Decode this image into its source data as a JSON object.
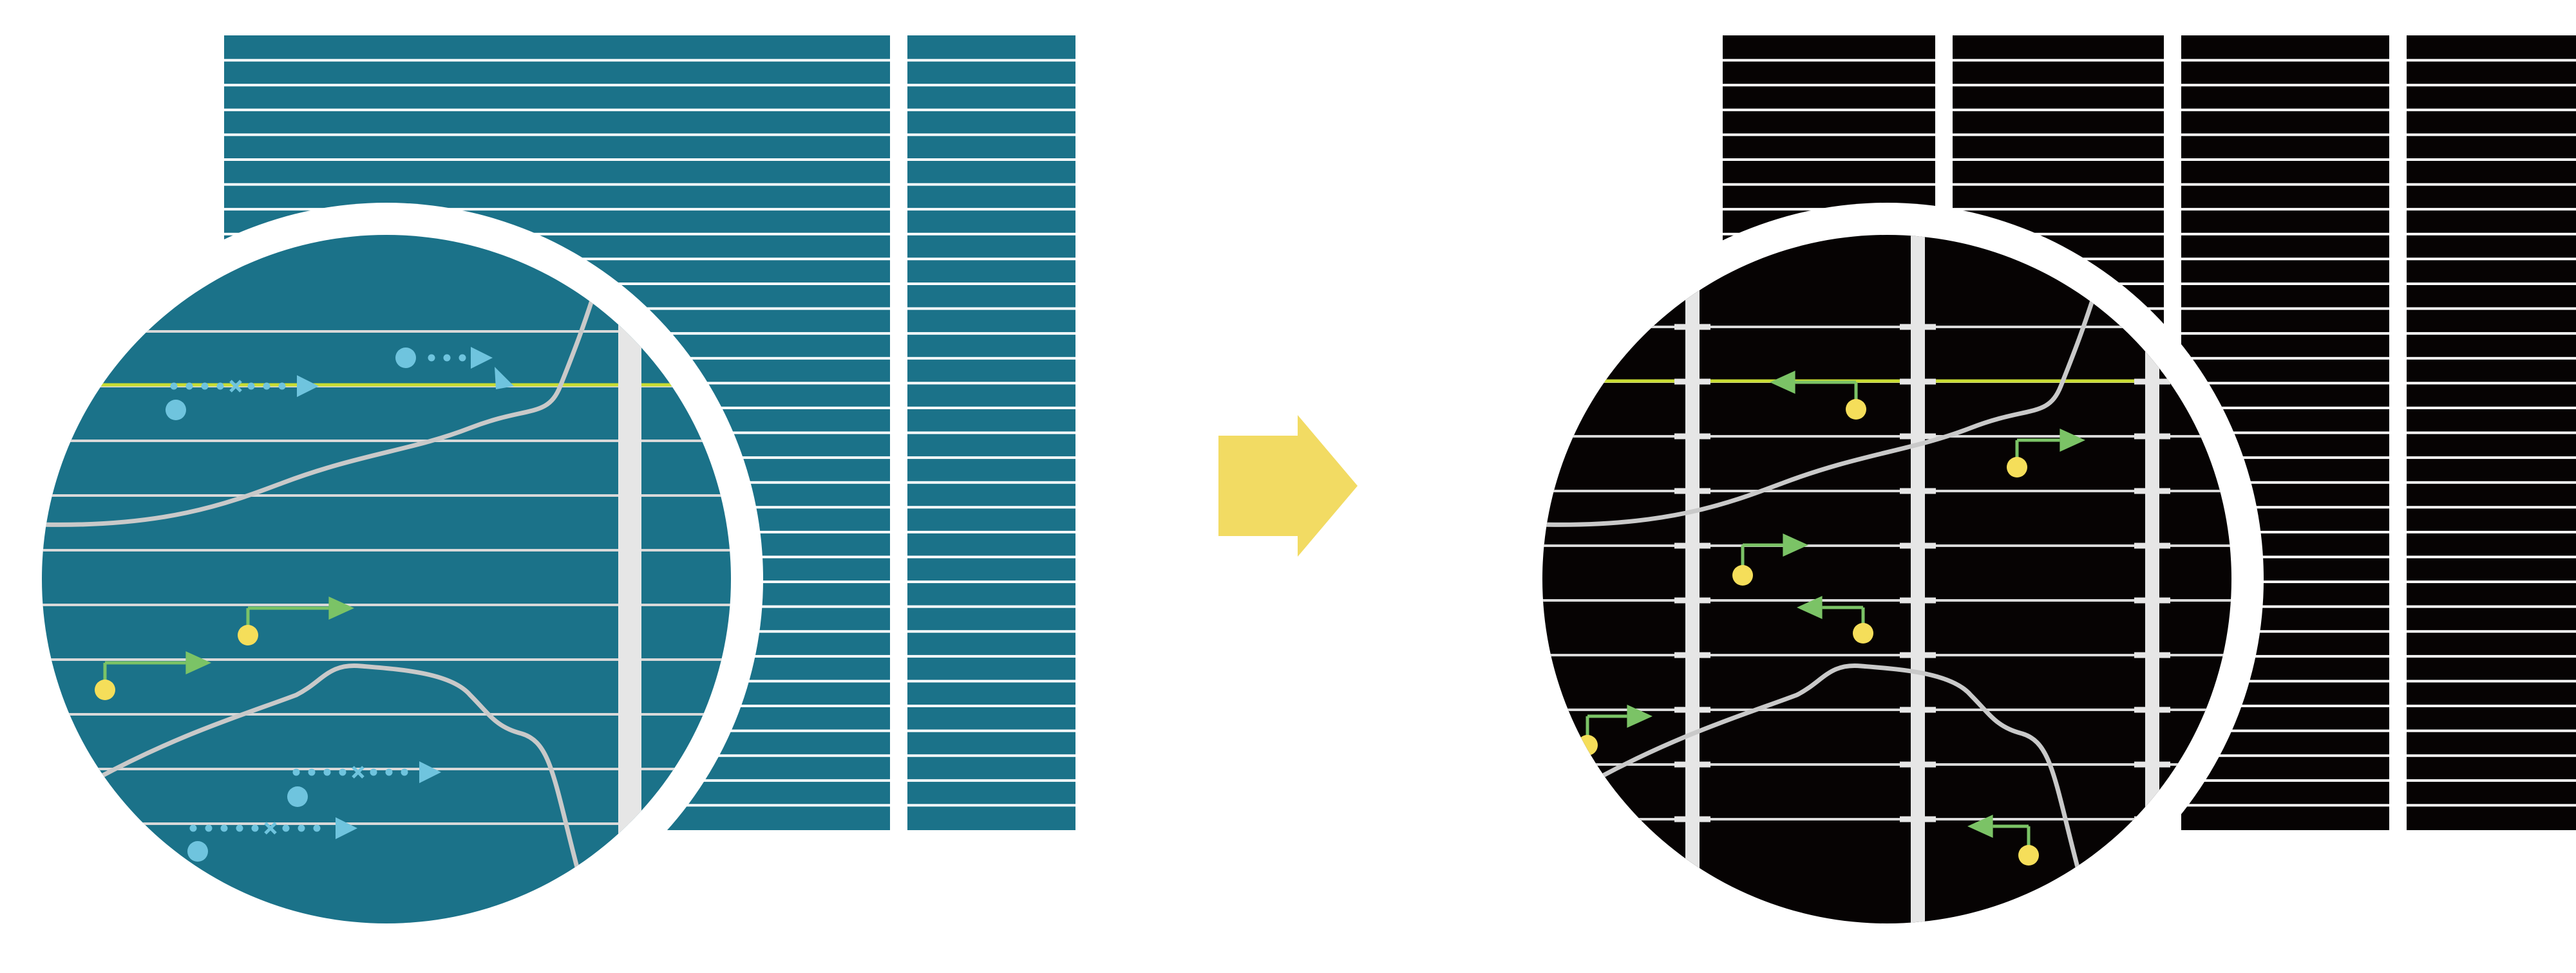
{
  "colors": {
    "background": "#ffffff",
    "teal_panel": "#1b7289",
    "dark_panel": "#060303",
    "stripe_line": "#ffffff",
    "gap_white": "#ffffff",
    "lens_ring": "#ffffff",
    "grid_line": "#d9d9d9",
    "divider_bar": "#e6e6e6",
    "curve": "#c9c9c9",
    "highlight_line": "#c8dc32",
    "arrow_green": "#7bc366",
    "dot_yellow": "#f5de5a",
    "cyan": "#6fc4de",
    "transition_arrow": "#f2db63"
  },
  "panels": {
    "before": {
      "name": "teal-striped-panel",
      "blocks": 2,
      "stripe_rows": 32
    },
    "after": {
      "name": "black-striped-panel",
      "blocks": 4,
      "stripe_rows": 32
    }
  },
  "transition_arrow": {
    "icon": "right-arrow-icon",
    "direction": "right"
  },
  "lens_before": {
    "icon": "magnifier-lens-icon",
    "contents": [
      "cyan-dotted-arrows",
      "green-arrows-with-yellow-dots",
      "curves",
      "highlight-line",
      "vertical-divider"
    ]
  },
  "lens_after": {
    "icon": "magnifier-lens-icon",
    "contents": [
      "green-arrows-with-yellow-dots",
      "curves",
      "vertical-dividers-with-ticks"
    ]
  }
}
